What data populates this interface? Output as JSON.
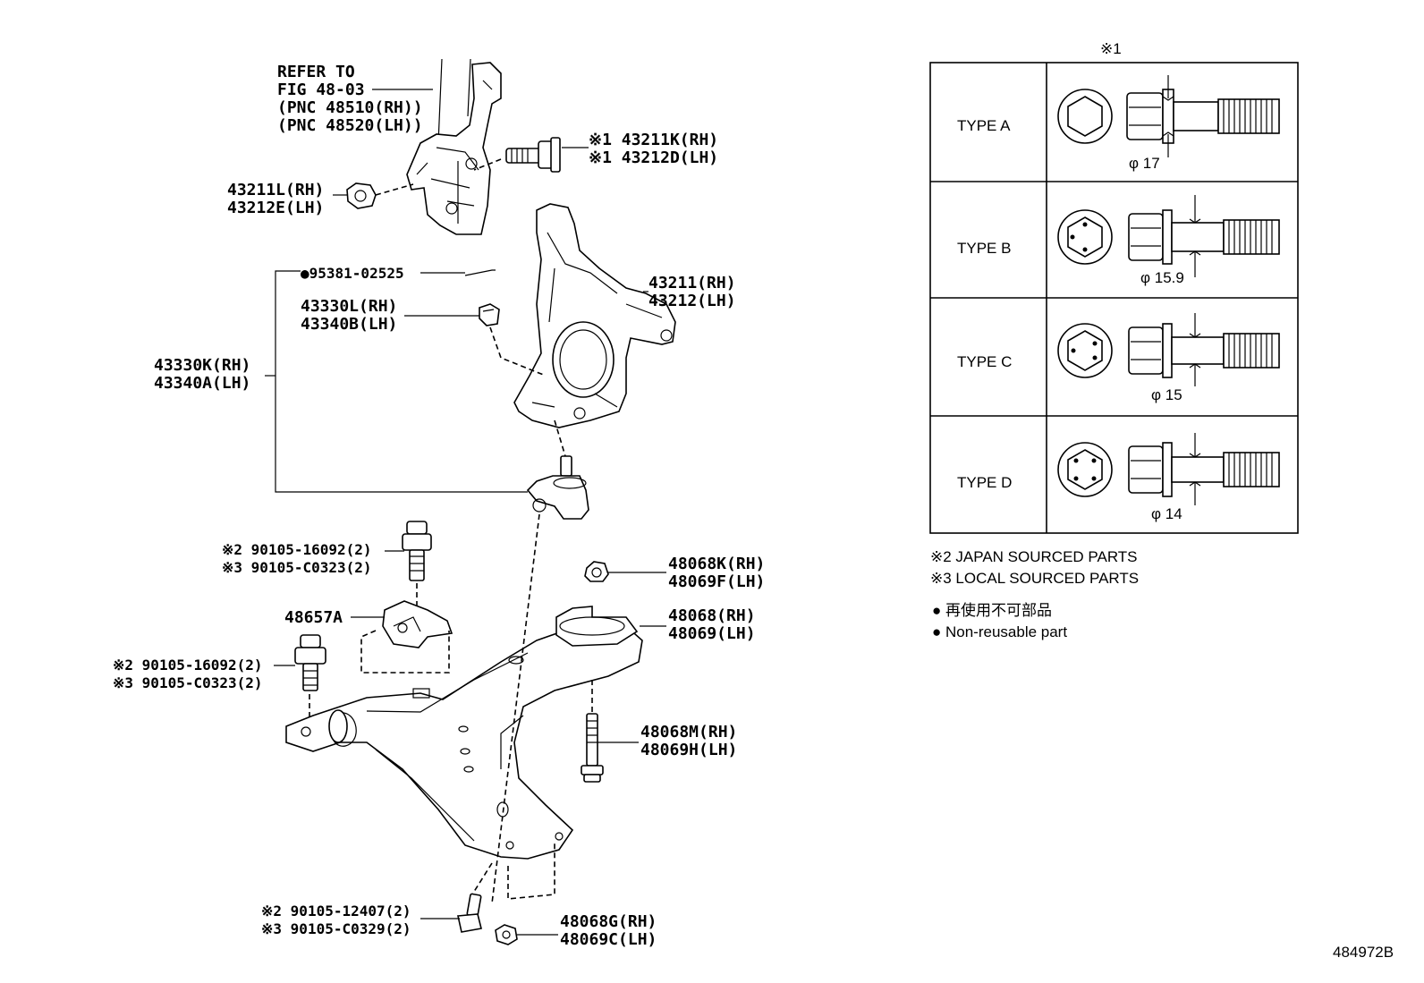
{
  "callouts": {
    "refer_fig": [
      "REFER TO",
      "FIG 48-03",
      "(PNC 48510(RH))",
      "(PNC 48520(LH))"
    ],
    "bolt_43211k": [
      "※1 43211K(RH)",
      "※1 43212D(LH)"
    ],
    "nut_43211l": [
      "43211L(RH)",
      "43212E(LH)"
    ],
    "cotter_pin": "●95381-02525",
    "nut_43330l": [
      "43330L(RH)",
      "43340B(LH)"
    ],
    "ball_joint": [
      "43330K(RH)",
      "43340A(LH)"
    ],
    "knuckle": [
      "43211(RH)",
      "43212(LH)"
    ],
    "bolt_upper_a": [
      "※2 90105-16092(2)",
      "※3 90105-C0323(2)"
    ],
    "bracket": "48657A",
    "bolt_upper_b": [
      "※2 90105-16092(2)",
      "※3 90105-C0323(2)"
    ],
    "nut_48068k": [
      "48068K(RH)",
      "48069F(LH)"
    ],
    "arm": [
      "48068(RH)",
      "48069(LH)"
    ],
    "bolt_48068m": [
      "48068M(RH)",
      "48069H(LH)"
    ],
    "bolt_lower": [
      "※2 90105-12407(2)",
      "※3 90105-C0329(2)"
    ],
    "nut_48068g": [
      "48068G(RH)",
      "48069C(LH)"
    ]
  },
  "type_table": {
    "header": "※1",
    "rows": [
      {
        "type": "TYPE A",
        "diameter": "φ 17"
      },
      {
        "type": "TYPE B",
        "diameter": "φ 15.9"
      },
      {
        "type": "TYPE C",
        "diameter": "φ 15"
      },
      {
        "type": "TYPE D",
        "diameter": "φ 14"
      }
    ]
  },
  "notes": {
    "japan": "※2 JAPAN SOURCED PARTS",
    "local": "※3 LOCAL SOURCED PARTS",
    "non_reusable_jp": "● 再使用不可部品",
    "non_reusable_en": "● Non-reusable part"
  },
  "figure_id": "484972B"
}
